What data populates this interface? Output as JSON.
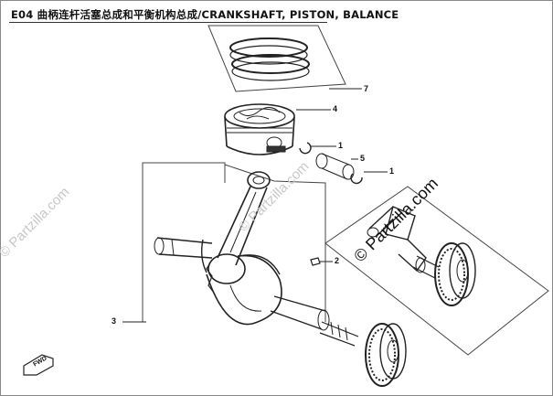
{
  "diagram": {
    "title": "E04 曲柄连杆活塞总成和平衡机构总成/CRANKSHAFT, PISTON, BALANCE",
    "callouts": [
      {
        "id": "7",
        "label": "7"
      },
      {
        "id": "4",
        "label": "4"
      },
      {
        "id": "1a",
        "label": "1"
      },
      {
        "id": "5",
        "label": "5"
      },
      {
        "id": "1b",
        "label": "1"
      },
      {
        "id": "2",
        "label": "2"
      },
      {
        "id": "3",
        "label": "3"
      }
    ],
    "watermarks": [
      "© Partzilla.com",
      "© Partzilla.com",
      "© Partzilla.com"
    ],
    "fwd_label": "FWD"
  }
}
